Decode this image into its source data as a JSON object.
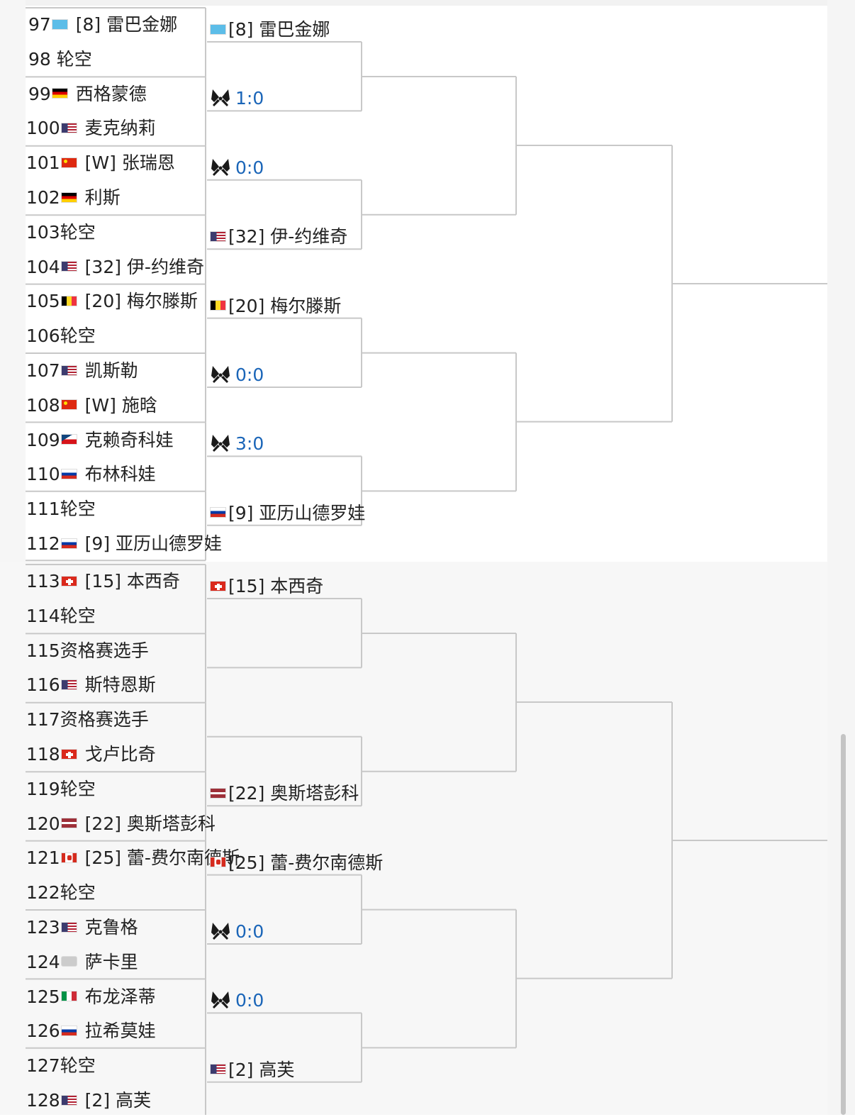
{
  "flag_colors": {
    "kz": [
      "#5cbde8"
    ],
    "de": [
      "#000000",
      "#dd0000",
      "#ffce00"
    ],
    "us": [
      "#b22234",
      "#ffffff",
      "#3c3b6e"
    ],
    "cn": [
      "#de2910",
      "#ffde00"
    ],
    "be": [
      "#000000",
      "#fdda24",
      "#ef3340"
    ],
    "cz": [
      "#ffffff",
      "#d7141a",
      "#11457e"
    ],
    "ru": [
      "#ffffff",
      "#0039a6",
      "#d52b1e"
    ],
    "ch": [
      "#da291c",
      "#ffffff"
    ],
    "lv": [
      "#9e3039",
      "#ffffff"
    ],
    "ca": [
      "#d52b1e",
      "#ffffff"
    ],
    "it": [
      "#009246",
      "#ffffff",
      "#ce2b37"
    ],
    "unknown": [
      "#cccccc"
    ]
  },
  "accent_color": "#1a65b8",
  "line_color": "#c8c8c8",
  "round1": [
    {
      "num": "97",
      "flag": "kz",
      "name": "[8] 雷巴金娜"
    },
    {
      "num": "98",
      "flag": "",
      "name": "轮空"
    },
    {
      "num": "99",
      "flag": "de",
      "name": "西格蒙德"
    },
    {
      "num": "100",
      "flag": "us",
      "name": "麦克纳莉"
    },
    {
      "num": "101",
      "flag": "cn",
      "name": "[W] 张瑞恩"
    },
    {
      "num": "102",
      "flag": "de",
      "name": "利斯"
    },
    {
      "num": "103",
      "flag": "",
      "name": "轮空"
    },
    {
      "num": "104",
      "flag": "us",
      "name": "[32] 伊-约维奇"
    },
    {
      "num": "105",
      "flag": "be",
      "name": "[20] 梅尔滕斯"
    },
    {
      "num": "106",
      "flag": "",
      "name": "轮空"
    },
    {
      "num": "107",
      "flag": "us",
      "name": "凯斯勒"
    },
    {
      "num": "108",
      "flag": "cn",
      "name": "[W] 施晗"
    },
    {
      "num": "109",
      "flag": "cz",
      "name": "克赖奇科娃"
    },
    {
      "num": "110",
      "flag": "ru",
      "name": "布林科娃"
    },
    {
      "num": "111",
      "flag": "",
      "name": "轮空"
    },
    {
      "num": "112",
      "flag": "ru",
      "name": "[9] 亚历山德罗娃"
    },
    {
      "num": "113",
      "flag": "ch",
      "name": "[15] 本西奇"
    },
    {
      "num": "114",
      "flag": "",
      "name": "轮空"
    },
    {
      "num": "115",
      "flag": "",
      "name": "资格赛选手"
    },
    {
      "num": "116",
      "flag": "us",
      "name": "斯特恩斯"
    },
    {
      "num": "117",
      "flag": "",
      "name": "资格赛选手"
    },
    {
      "num": "118",
      "flag": "ch",
      "name": "戈卢比奇"
    },
    {
      "num": "119",
      "flag": "",
      "name": "轮空"
    },
    {
      "num": "120",
      "flag": "lv",
      "name": "[22] 奥斯塔彭科"
    },
    {
      "num": "121",
      "flag": "ca",
      "name": "[25] 蕾-费尔南德斯"
    },
    {
      "num": "122",
      "flag": "",
      "name": "轮空"
    },
    {
      "num": "123",
      "flag": "us",
      "name": "克鲁格"
    },
    {
      "num": "124",
      "flag": "unknown",
      "name": "萨卡里"
    },
    {
      "num": "125",
      "flag": "it",
      "name": "布龙泽蒂"
    },
    {
      "num": "126",
      "flag": "ru",
      "name": "拉希莫娃"
    },
    {
      "num": "127",
      "flag": "",
      "name": "轮空"
    },
    {
      "num": "128",
      "flag": "us",
      "name": "[2] 高芙"
    }
  ],
  "round2": [
    {
      "kind": "player",
      "flag": "kz",
      "name": "[8] 雷巴金娜"
    },
    {
      "kind": "score",
      "score": "1:0"
    },
    {
      "kind": "score",
      "score": "0:0"
    },
    {
      "kind": "player",
      "flag": "us",
      "name": "[32] 伊-约维奇"
    },
    {
      "kind": "player",
      "flag": "be",
      "name": "[20] 梅尔滕斯"
    },
    {
      "kind": "score",
      "score": "0:0"
    },
    {
      "kind": "score",
      "score": "3:0"
    },
    {
      "kind": "player",
      "flag": "ru",
      "name": "[9] 亚历山德罗娃"
    },
    {
      "kind": "player",
      "flag": "ch",
      "name": "[15] 本西奇"
    },
    {
      "kind": "empty"
    },
    {
      "kind": "empty"
    },
    {
      "kind": "player",
      "flag": "lv",
      "name": "[22] 奥斯塔彭科"
    },
    {
      "kind": "player",
      "flag": "ca",
      "name": "[25] 蕾-费尔南德斯"
    },
    {
      "kind": "score",
      "score": "0:0"
    },
    {
      "kind": "score",
      "score": "0:0"
    },
    {
      "kind": "player",
      "flag": "us",
      "name": "[2] 高芙"
    }
  ],
  "vs_icon": "crossed-rackets-icon"
}
